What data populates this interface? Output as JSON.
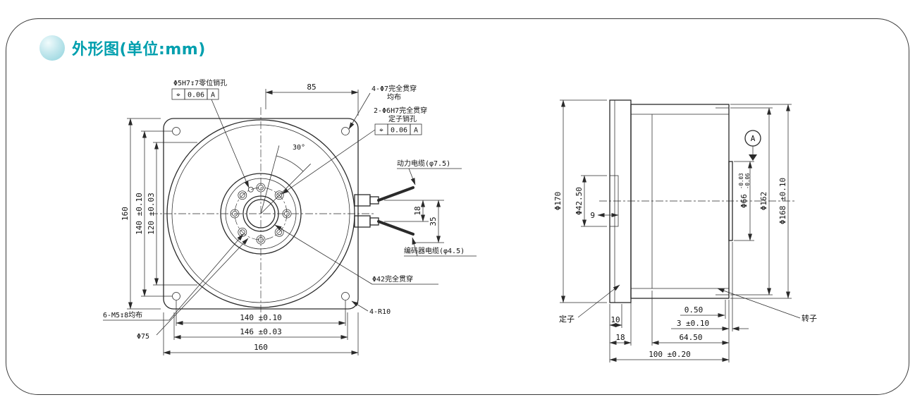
{
  "page": {
    "title": "外形图(单位:mm)"
  },
  "colors": {
    "accent_teal": "#009fae",
    "line": "#2a2a2a"
  },
  "front_view": {
    "labels": {
      "zero_pin": "Φ5H7↧7零位销孔",
      "fcf1_sym": "⌖",
      "fcf1_tol": "0.06",
      "fcf1_datum": "A",
      "dim_85": "85",
      "holes4_line1": "4-Φ7完全贯穿",
      "holes4_line2": "均布",
      "pins2_line1": "2-Φ6H7完全贯穿",
      "pins2_line2": "定子销孔",
      "fcf2_sym": "⌖",
      "fcf2_tol": "0.06",
      "fcf2_datum": "A",
      "angle_30": "30°",
      "power_cable": "动力电缆(φ7.5)",
      "encoder_cable": "编码器电缆(φ4.5)",
      "dim_160_left": "160",
      "dim_140_left": "140 ±0.10",
      "dim_120_left": "120 ±0.03",
      "dim_18": "18",
      "dim_35": "35",
      "phi42_through": "Φ42完全贯穿",
      "m5_holes": "6-M5↧8均布",
      "phi75": "Φ75",
      "corner_r10": "4-R10",
      "dim_140_bottom": "140 ±0.10",
      "dim_146_bottom": "146 ±0.03",
      "dim_160_bottom": "160"
    }
  },
  "side_view": {
    "labels": {
      "datum_a": "A",
      "phi170": "Φ170",
      "phi42_5": "Φ42.50",
      "dim_9": "9",
      "phi66": "Φ66",
      "phi66_tol_upper": "-0.03",
      "phi66_tol_lower": "-0.06",
      "phi162": "Φ162",
      "phi168": "Φ168 ±0.10",
      "stator": "定子",
      "dim_10": "10",
      "dim_0_5": "0.50",
      "dim_3": "3 ±0.10",
      "rotor": "转子",
      "dim_18": "18",
      "dim_64_5": "64.50",
      "dim_100": "100 ±0.20"
    }
  }
}
